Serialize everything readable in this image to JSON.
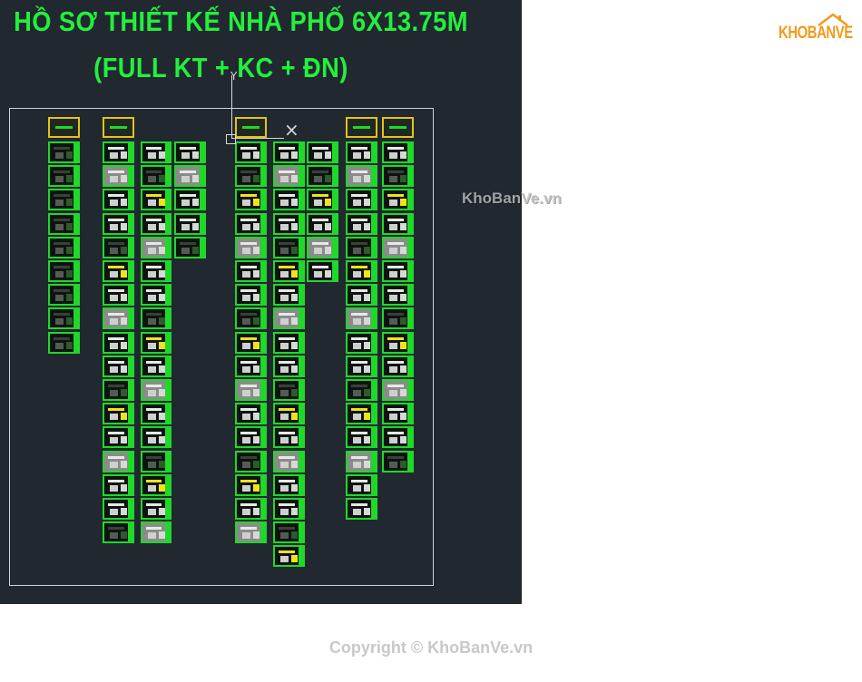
{
  "drawing": {
    "title_line1": "HỒ SƠ THIẾT KẾ NHÀ PHỐ 6X13.75M",
    "title_line2": "(FULL KT  + KC + ĐN)",
    "ucs_label": "Y",
    "cursor_glyph": "×",
    "colors": {
      "canvas": "#212830",
      "title": "#22f03c",
      "sheet_border": "#1fd829",
      "cover_border": "#e3c21a"
    },
    "sheet_columns": [
      {
        "id": "col-1",
        "cover": true,
        "sheet_count": 9
      },
      {
        "id": "col-2",
        "cover": true,
        "sheet_count": 17
      },
      {
        "id": "col-3",
        "cover": false,
        "sheet_count": 17
      },
      {
        "id": "col-4",
        "cover": false,
        "sheet_count": 5
      },
      {
        "id": "col-5",
        "cover": true,
        "sheet_count": 17
      },
      {
        "id": "col-6",
        "cover": false,
        "sheet_count": 18
      },
      {
        "id": "col-7",
        "cover": false,
        "sheet_count": 6
      },
      {
        "id": "col-8",
        "cover": true,
        "sheet_count": 16
      },
      {
        "id": "col-9",
        "cover": true,
        "sheet_count": 14
      }
    ]
  },
  "brand": {
    "logo_text": "KHOBANVE",
    "logo_icon": "house-roof-icon",
    "color": "#f19a1c"
  },
  "watermark": "KhoBanVe.vn",
  "copyright": "Copyright © KhoBanVe.vn"
}
